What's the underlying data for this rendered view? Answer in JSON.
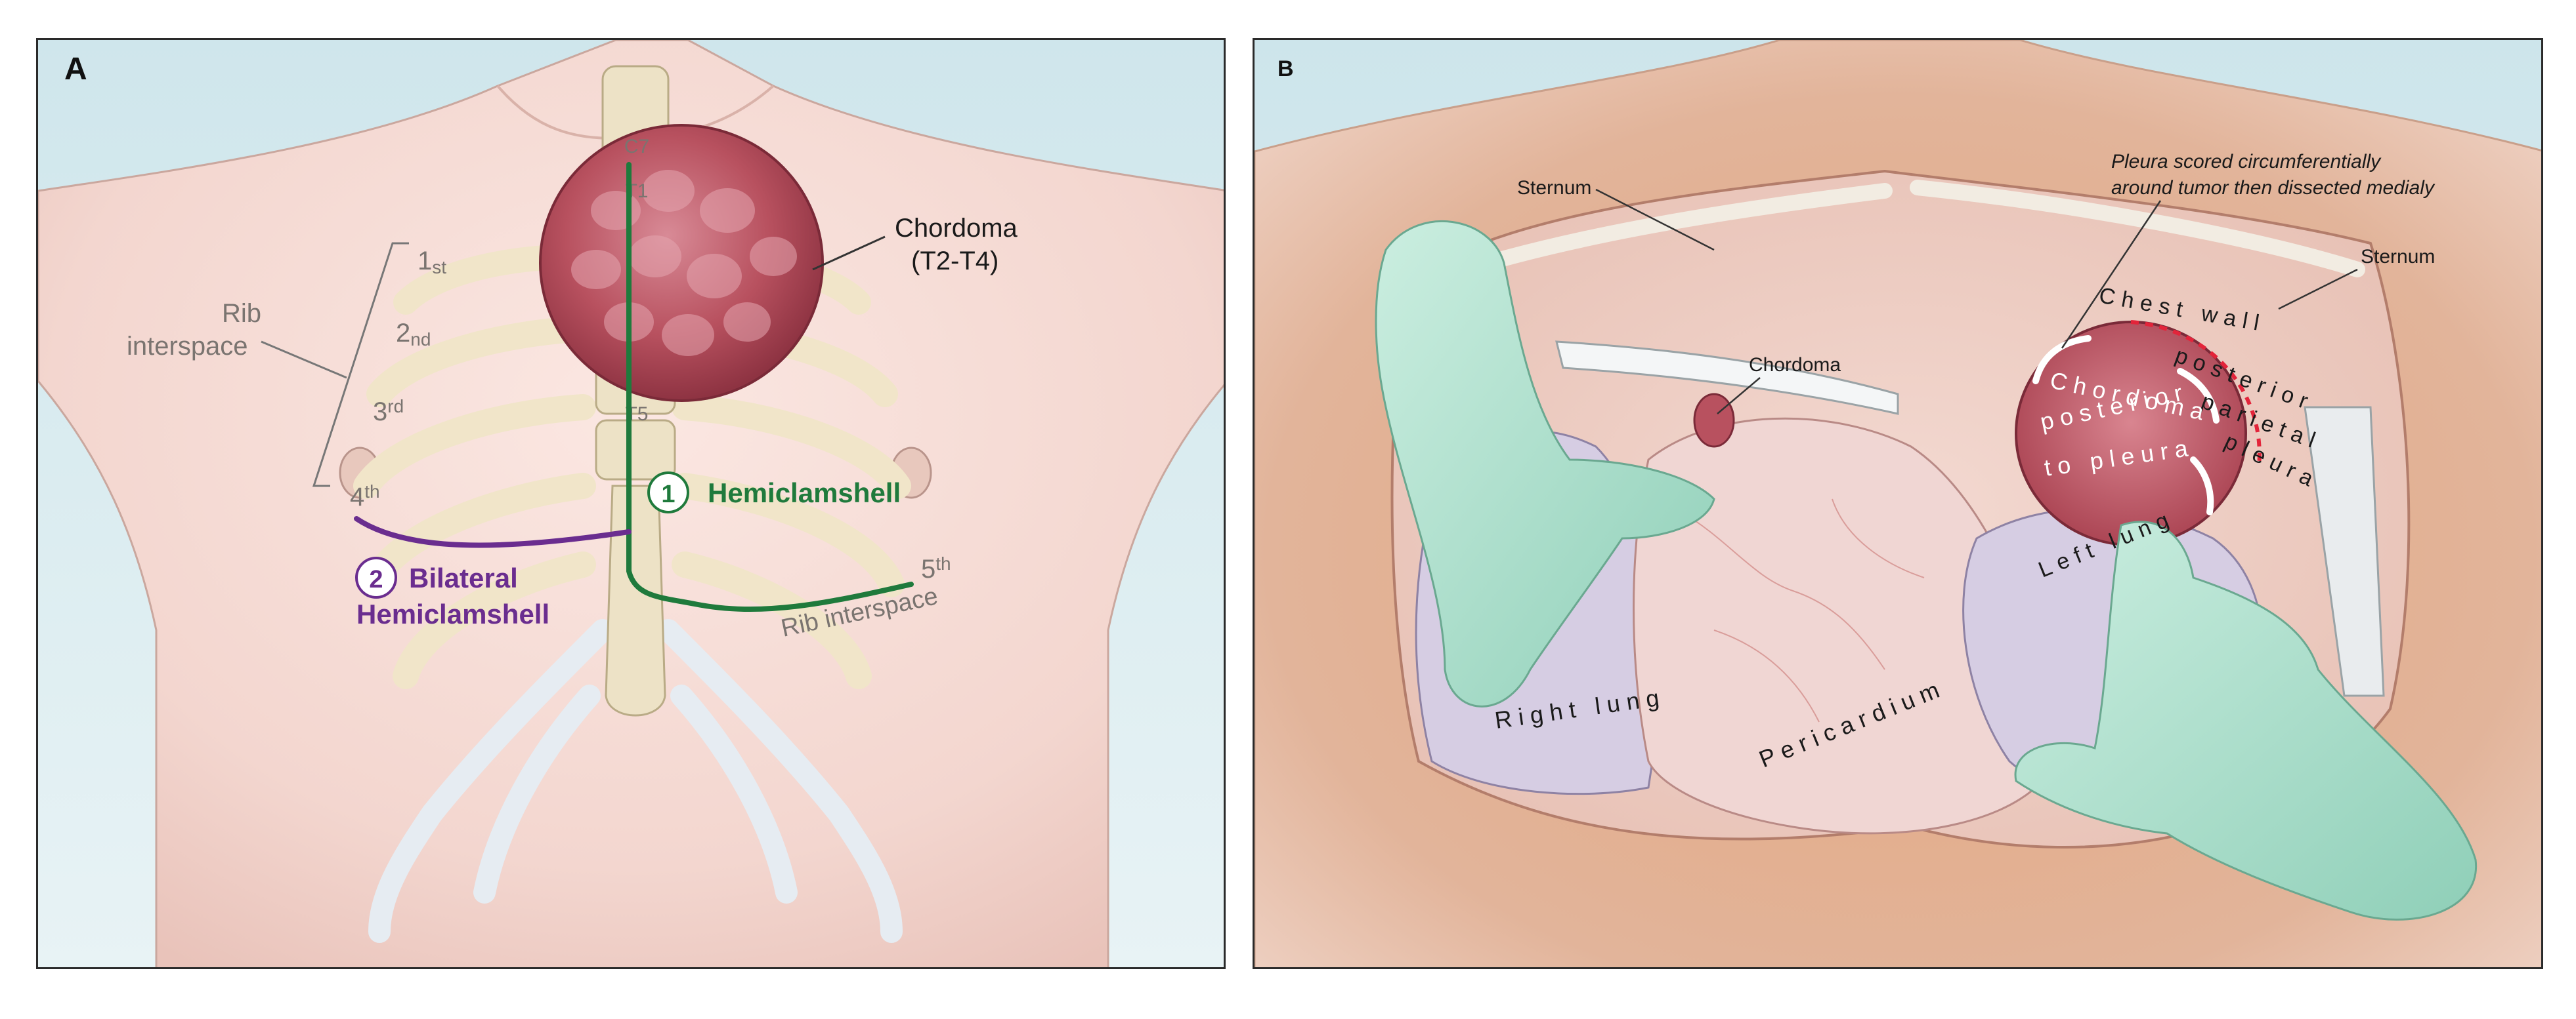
{
  "panel_a": {
    "label": "A",
    "vertebrae": {
      "c7": "C7",
      "t1": "T1",
      "t5": "T5"
    },
    "tumor": {
      "line1": "Chordoma",
      "line2": "(T2-T4)"
    },
    "rib_numbers": {
      "first": {
        "num": "1",
        "sup": "st"
      },
      "second": {
        "num": "2",
        "sup": "nd"
      },
      "third": {
        "num": "3",
        "sup": "rd"
      },
      "fourth": {
        "num": "4",
        "sup": "th"
      },
      "fifth": {
        "num": "5",
        "sup": "th"
      }
    },
    "rib_interspace_left": {
      "line1": "Rib",
      "line2": "interspace"
    },
    "rib_interspace_right": "Rib interspace",
    "approach_1": {
      "number": "1",
      "label": "Hemiclamshell"
    },
    "approach_2": {
      "number": "2",
      "line1": "Bilateral",
      "line2": "Hemiclamshell"
    },
    "colors": {
      "approach_1": "#1f7a3c",
      "approach_2": "#6a2d8f"
    }
  },
  "panel_b": {
    "label": "B",
    "sternum_left": "Sternum",
    "sternum_right": "Sternum",
    "pleura_note": {
      "line1": "Pleura scored circumferentially",
      "line2": "around tumor then dissected medialy"
    },
    "chordoma": "Chordoma",
    "chest_wall": {
      "line1": "Chest wall",
      "line2": "posterior",
      "line3": "parietal",
      "line4": "pleura"
    },
    "chordoma_posterior": {
      "line1": "Chordoma",
      "line2": "posterior",
      "line3": "to pleura"
    },
    "left_lung": "Left lung",
    "right_lung": "Right lung",
    "pericardium": "Pericardium"
  }
}
